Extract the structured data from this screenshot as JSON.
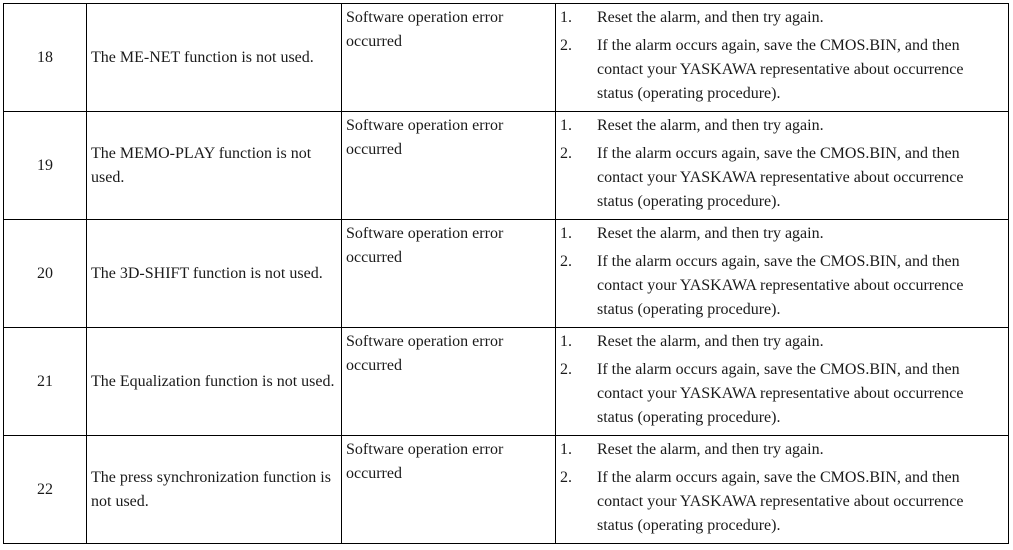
{
  "rows": [
    {
      "no": "18",
      "cause": "The ME-NET function is not used.",
      "detail": "Software operation error occurred",
      "steps": [
        {
          "num": "1.",
          "text": "Reset the alarm, and then try again."
        },
        {
          "num": "2.",
          "text": "If the alarm occurs again, save the CMOS.BIN, and then contact your YASKAWA representative about occurrence status (operating procedure)."
        }
      ]
    },
    {
      "no": "19",
      "cause": "The MEMO-PLAY function is not used.",
      "detail": "Software operation error occurred",
      "steps": [
        {
          "num": "1.",
          "text": "Reset the alarm, and then try again."
        },
        {
          "num": "2.",
          "text": "If the alarm occurs again, save the CMOS.BIN, and then contact your YASKAWA representative about occurrence status (operating procedure)."
        }
      ]
    },
    {
      "no": "20",
      "cause": "The 3D-SHIFT function is not used.",
      "detail": "Software operation error occurred",
      "steps": [
        {
          "num": "1.",
          "text": "Reset the alarm, and then try again."
        },
        {
          "num": "2.",
          "text": "If the alarm occurs again, save the CMOS.BIN, and then contact your YASKAWA representative about occurrence status (operating procedure)."
        }
      ]
    },
    {
      "no": "21",
      "cause": "The Equalization function is not used.",
      "detail": "Software operation error occurred",
      "steps": [
        {
          "num": "1.",
          "text": "Reset the alarm, and then try again."
        },
        {
          "num": "2.",
          "text": "If the alarm occurs again, save the CMOS.BIN, and then contact your YASKAWA representative about occurrence status (operating procedure)."
        }
      ]
    },
    {
      "no": "22",
      "cause": "The press synchronization function is not used.",
      "detail": "Software operation error occurred",
      "steps": [
        {
          "num": "1.",
          "text": "Reset the alarm, and then try again."
        },
        {
          "num": "2.",
          "text": "If the alarm occurs again, save the CMOS.BIN, and then contact your YASKAWA representative about occurrence status (operating procedure)."
        }
      ]
    }
  ]
}
